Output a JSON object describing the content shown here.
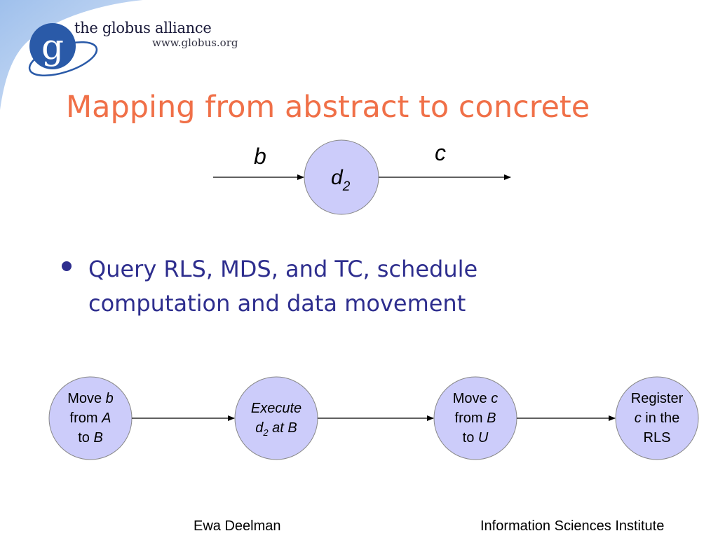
{
  "logo": {
    "text": "the globus alliance",
    "url": "www.globus.org",
    "letter": "g"
  },
  "title": "Mapping from abstract to concrete",
  "top_diagram": {
    "node": {
      "base": "d",
      "sub": "2"
    },
    "edge_in": "b",
    "edge_out": "c"
  },
  "bullet": "Query RLS, MDS, and TC, schedule computation and data movement",
  "workflow": {
    "step1": {
      "a": "Move ",
      "b": "b",
      "c": "from ",
      "d": "A",
      "e": "to ",
      "f": "B"
    },
    "step2": {
      "a": "Execute",
      "b": "d",
      "c": "2",
      "d": " at B"
    },
    "step3": {
      "a": "Move ",
      "b": "c",
      "c": "from ",
      "d": "B",
      "e": "to ",
      "f": "U"
    },
    "step4": {
      "a": "Register",
      "b": "c",
      "c": " in the",
      "d": "RLS"
    }
  },
  "footer": {
    "left": "Ewa Deelman",
    "right": "Information Sciences Institute"
  },
  "colors": {
    "title": "#f07048",
    "bullet_text": "#2e2e8e",
    "node_fill": "#ccccfa",
    "corner_blue": "#4f7fc4"
  }
}
